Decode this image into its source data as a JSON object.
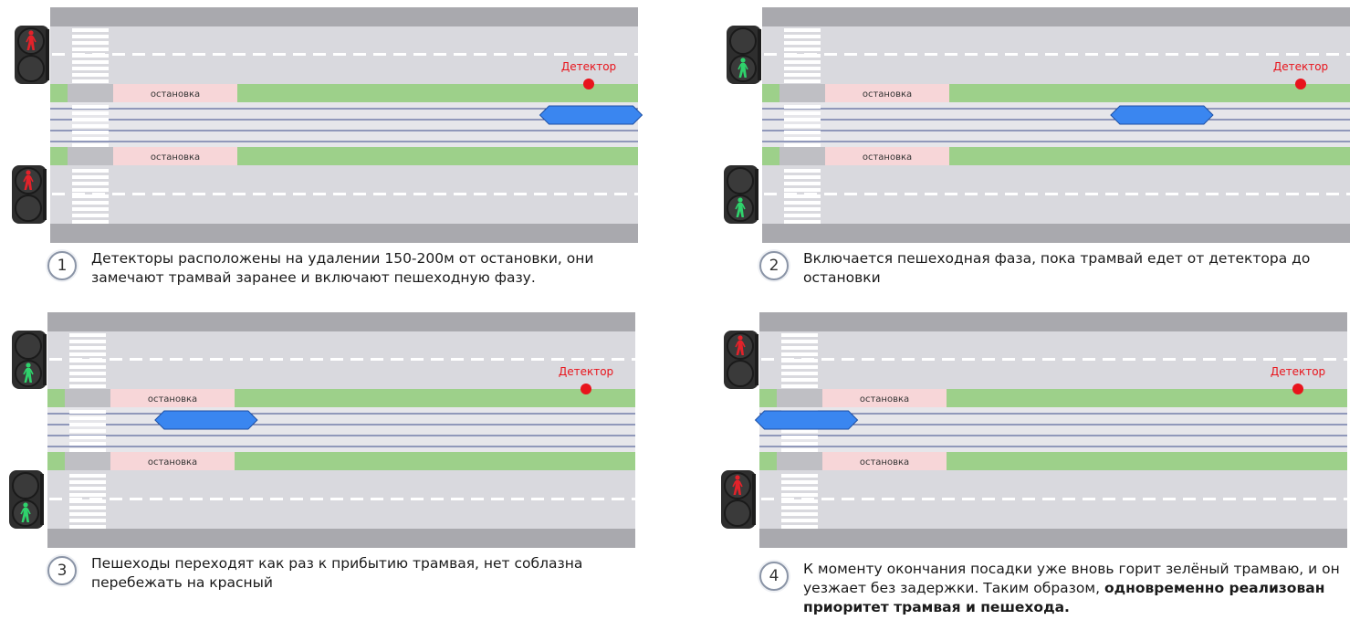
{
  "stop_label": "остановка",
  "detector_label": "Детектор",
  "colors": {
    "road": "#d9d9de",
    "curb": "#a9a9ae",
    "grass": "#9dd08a",
    "stop": "#f7d6d8",
    "tram": "#3a86f0",
    "detector": "#e8141c",
    "rail": "#3b4a8a"
  },
  "panels": [
    {
      "number": "1",
      "text": "Детекторы расположены на удалении 150-200м от остановки, они замечают трамвай заранее и включают пешеходную фазу.",
      "text_bold": "",
      "top_signal": "red",
      "bottom_signal": "red",
      "tram_position": 0.92
    },
    {
      "number": "2",
      "text": "Включается пешеходная фаза, пока трамвай едет от детектора до остановки",
      "text_bold": "",
      "top_signal": "green",
      "bottom_signal": "green",
      "tram_position": 0.68
    },
    {
      "number": "3",
      "text": "Пешеходы переходят как раз к прибытию трамвая, нет соблазна перебежать на красный",
      "text_bold": "",
      "top_signal": "green",
      "bottom_signal": "green",
      "tram_position": 0.27
    },
    {
      "number": "4",
      "text": "К моменту окончания посадки уже вновь горит зелёный трамваю, и он уезжает без задержки. Таким образом, ",
      "text_bold": "одновременно реализован приоритет трамвая и пешехода.",
      "top_signal": "red",
      "bottom_signal": "red",
      "tram_position": 0.08
    }
  ]
}
